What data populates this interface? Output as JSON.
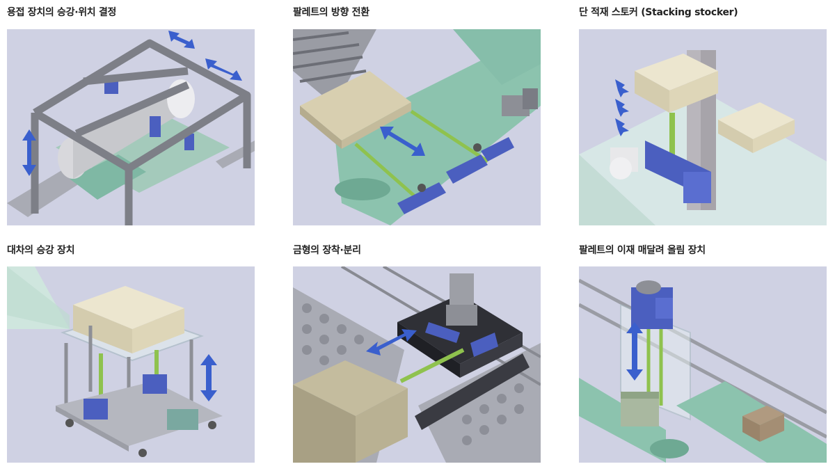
{
  "colors": {
    "background": "#ffffff",
    "panel_background": "#c9cbe0",
    "arrow": "#3a5fcd",
    "frame_gray": "#8a8c93",
    "conveyor_green": "#7fb8a4",
    "pallet_beige": "#e9e3c8",
    "actuator_blue": "#4b5fbf",
    "rail_green": "#8fc24e"
  },
  "cards": [
    {
      "title": "용접 장치의 승강·위치 결정",
      "illustration": "welding-lift-positioning"
    },
    {
      "title": "팔레트의 방향 전환",
      "illustration": "pallet-direction-change"
    },
    {
      "title": "단 적재 스토커 (Stacking stocker)",
      "illustration": "stacking-stocker"
    },
    {
      "title": "대차의 승강 장치",
      "illustration": "cart-lift-device"
    },
    {
      "title": "금형의 장착·분리",
      "illustration": "mold-attach-detach"
    },
    {
      "title": "팔레트의 이재 매달려 올림 장치",
      "illustration": "pallet-transfer-hoist"
    }
  ]
}
